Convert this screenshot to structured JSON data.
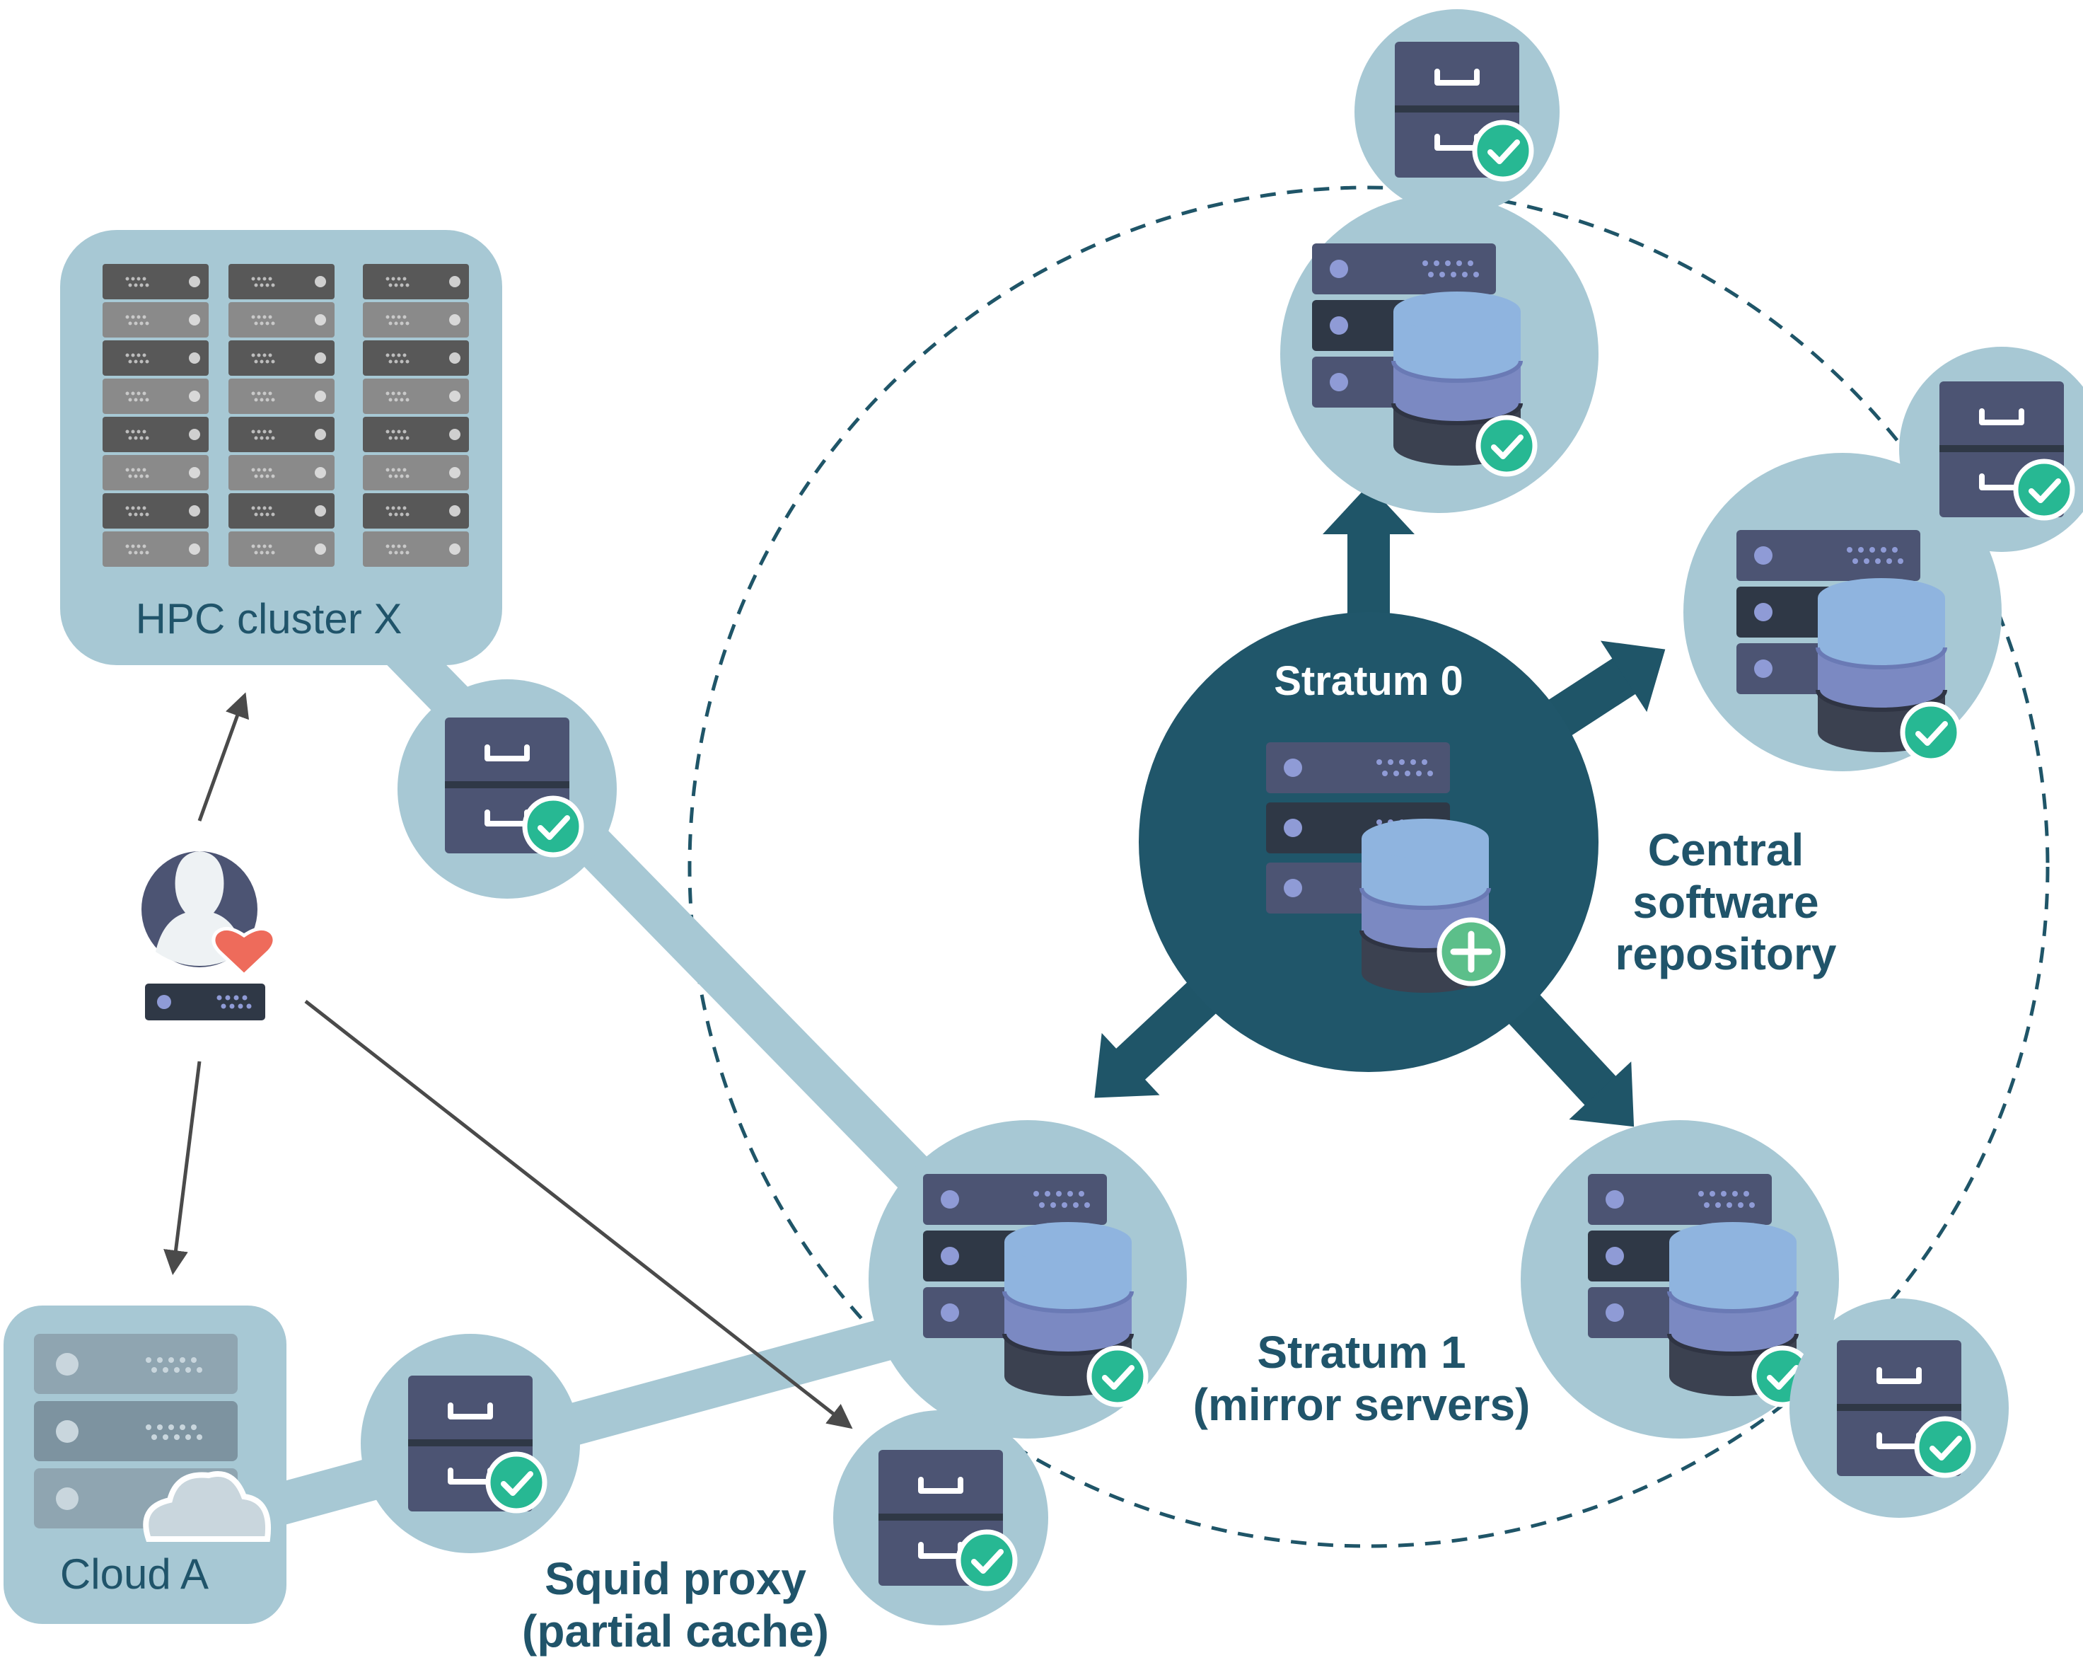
{
  "labels": {
    "stratum0": "Stratum 0",
    "central_repo": [
      "Central",
      "software",
      "repository"
    ],
    "stratum1": [
      "Stratum 1",
      "(mirror servers)"
    ],
    "squid": [
      "Squid proxy",
      "(partial cache)"
    ],
    "hpc": "HPC cluster X",
    "cloud": "Cloud A"
  },
  "colors": {
    "dark_teal": "#1f5568",
    "light_blue": "#a7c8d4",
    "server_slate": "#4c5473",
    "server_dark": "#2f3846",
    "db_top": "#8fb4df",
    "db_mid": "#7b89c2",
    "db_bottom": "#3b4150",
    "check_green": "#27b893",
    "plus_green": "#5cbf8a",
    "heart_red": "#ee6b5b",
    "rack_dark": "#585858",
    "rack_light": "#8a8a8a",
    "arrow_gray": "#4a4a4a"
  },
  "icons": [
    "server-stack-icon",
    "database-icon",
    "check-badge-icon",
    "plus-badge-icon",
    "file-cabinet-icon",
    "user-avatar-icon",
    "heart-icon",
    "cloud-icon",
    "rack-server-icon"
  ]
}
